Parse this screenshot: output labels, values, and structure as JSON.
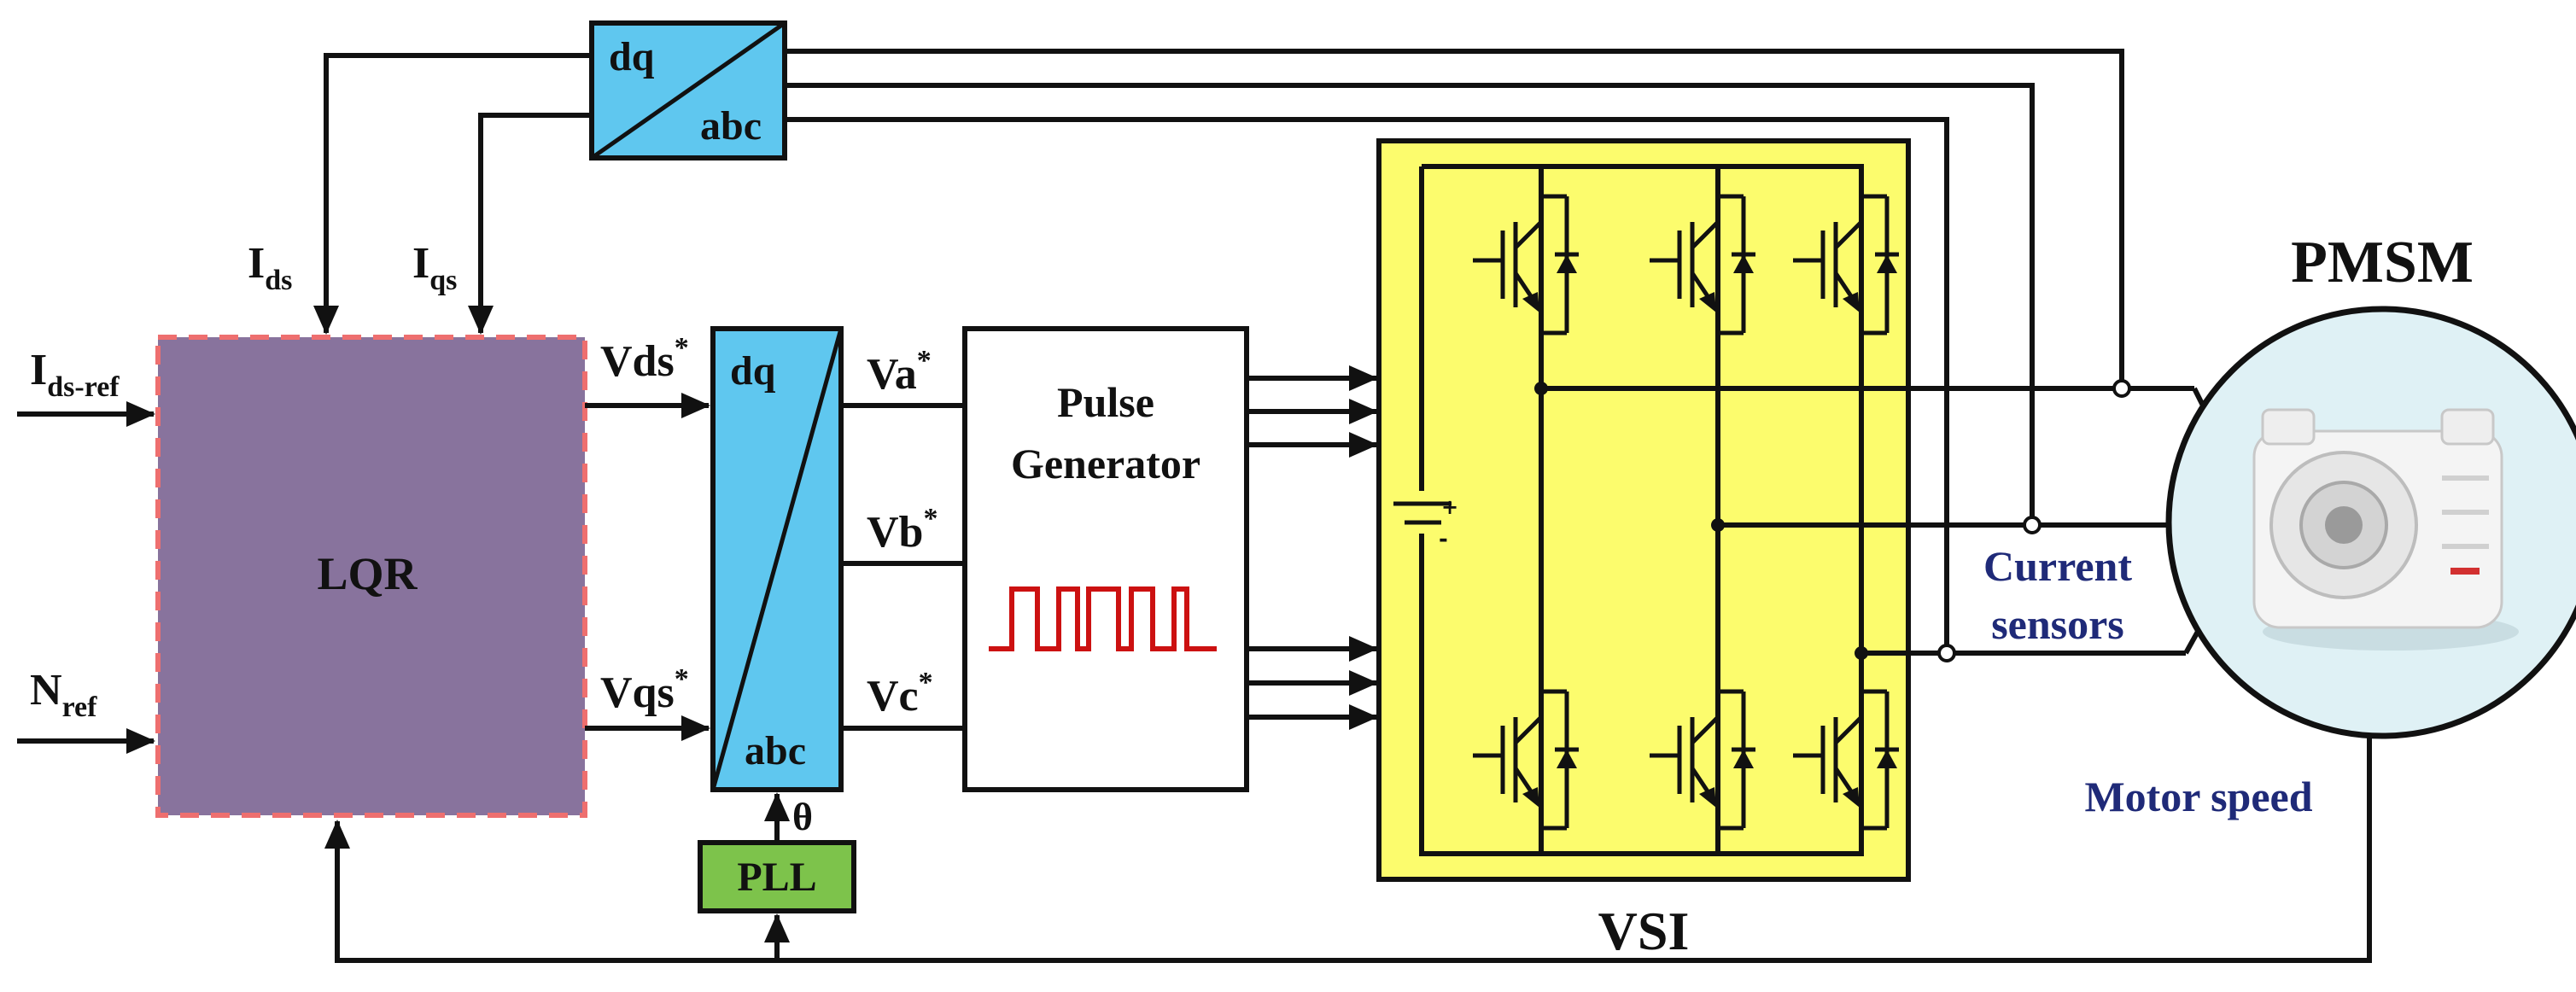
{
  "diagram": {
    "colors": {
      "lqr_fill": "#88739d",
      "lqr_border": "#ee6f6f",
      "transform_fill": "#5fc7ef",
      "pll_fill": "#7dc34b",
      "vsi_fill": "#fcfc6d",
      "pulse_wave": "#cc1111",
      "sensor_text": "#1f2a78",
      "motor_bg": "#dff1f5"
    },
    "blocks": {
      "lqr": "LQR",
      "dq_abc_top": {
        "top": "dq",
        "bottom": "abc"
      },
      "dq_abc_mid": {
        "top": "dq",
        "bottom": "abc"
      },
      "pll": "PLL",
      "pulse_generator": {
        "line1": "Pulse",
        "line2": "Generator"
      },
      "vsi": "VSI",
      "pmsm": "PMSM"
    },
    "signals": {
      "ids_ref": {
        "main": "I",
        "sub": "ds-ref"
      },
      "n_ref": {
        "main": "N",
        "sub": "ref"
      },
      "ids": {
        "main": "I",
        "sub": "ds"
      },
      "iqs": {
        "main": "I",
        "sub": "qs"
      },
      "vds": {
        "main": "Vds",
        "sup": "*"
      },
      "vqs": {
        "main": "Vqs",
        "sup": "*"
      },
      "va": {
        "main": "Va",
        "sup": "*"
      },
      "vb": {
        "main": "Vb",
        "sup": "*"
      },
      "vc": {
        "main": "Vc",
        "sup": "*"
      },
      "theta": "θ"
    },
    "annotations": {
      "current_sensors_line1": "Current",
      "current_sensors_line2": "sensors",
      "motor_speed": "Motor speed"
    },
    "icons": [
      "igbt-icon",
      "battery-icon",
      "pulse-wave-icon",
      "motor-photo-icon",
      "current-sensor-icon"
    ]
  }
}
